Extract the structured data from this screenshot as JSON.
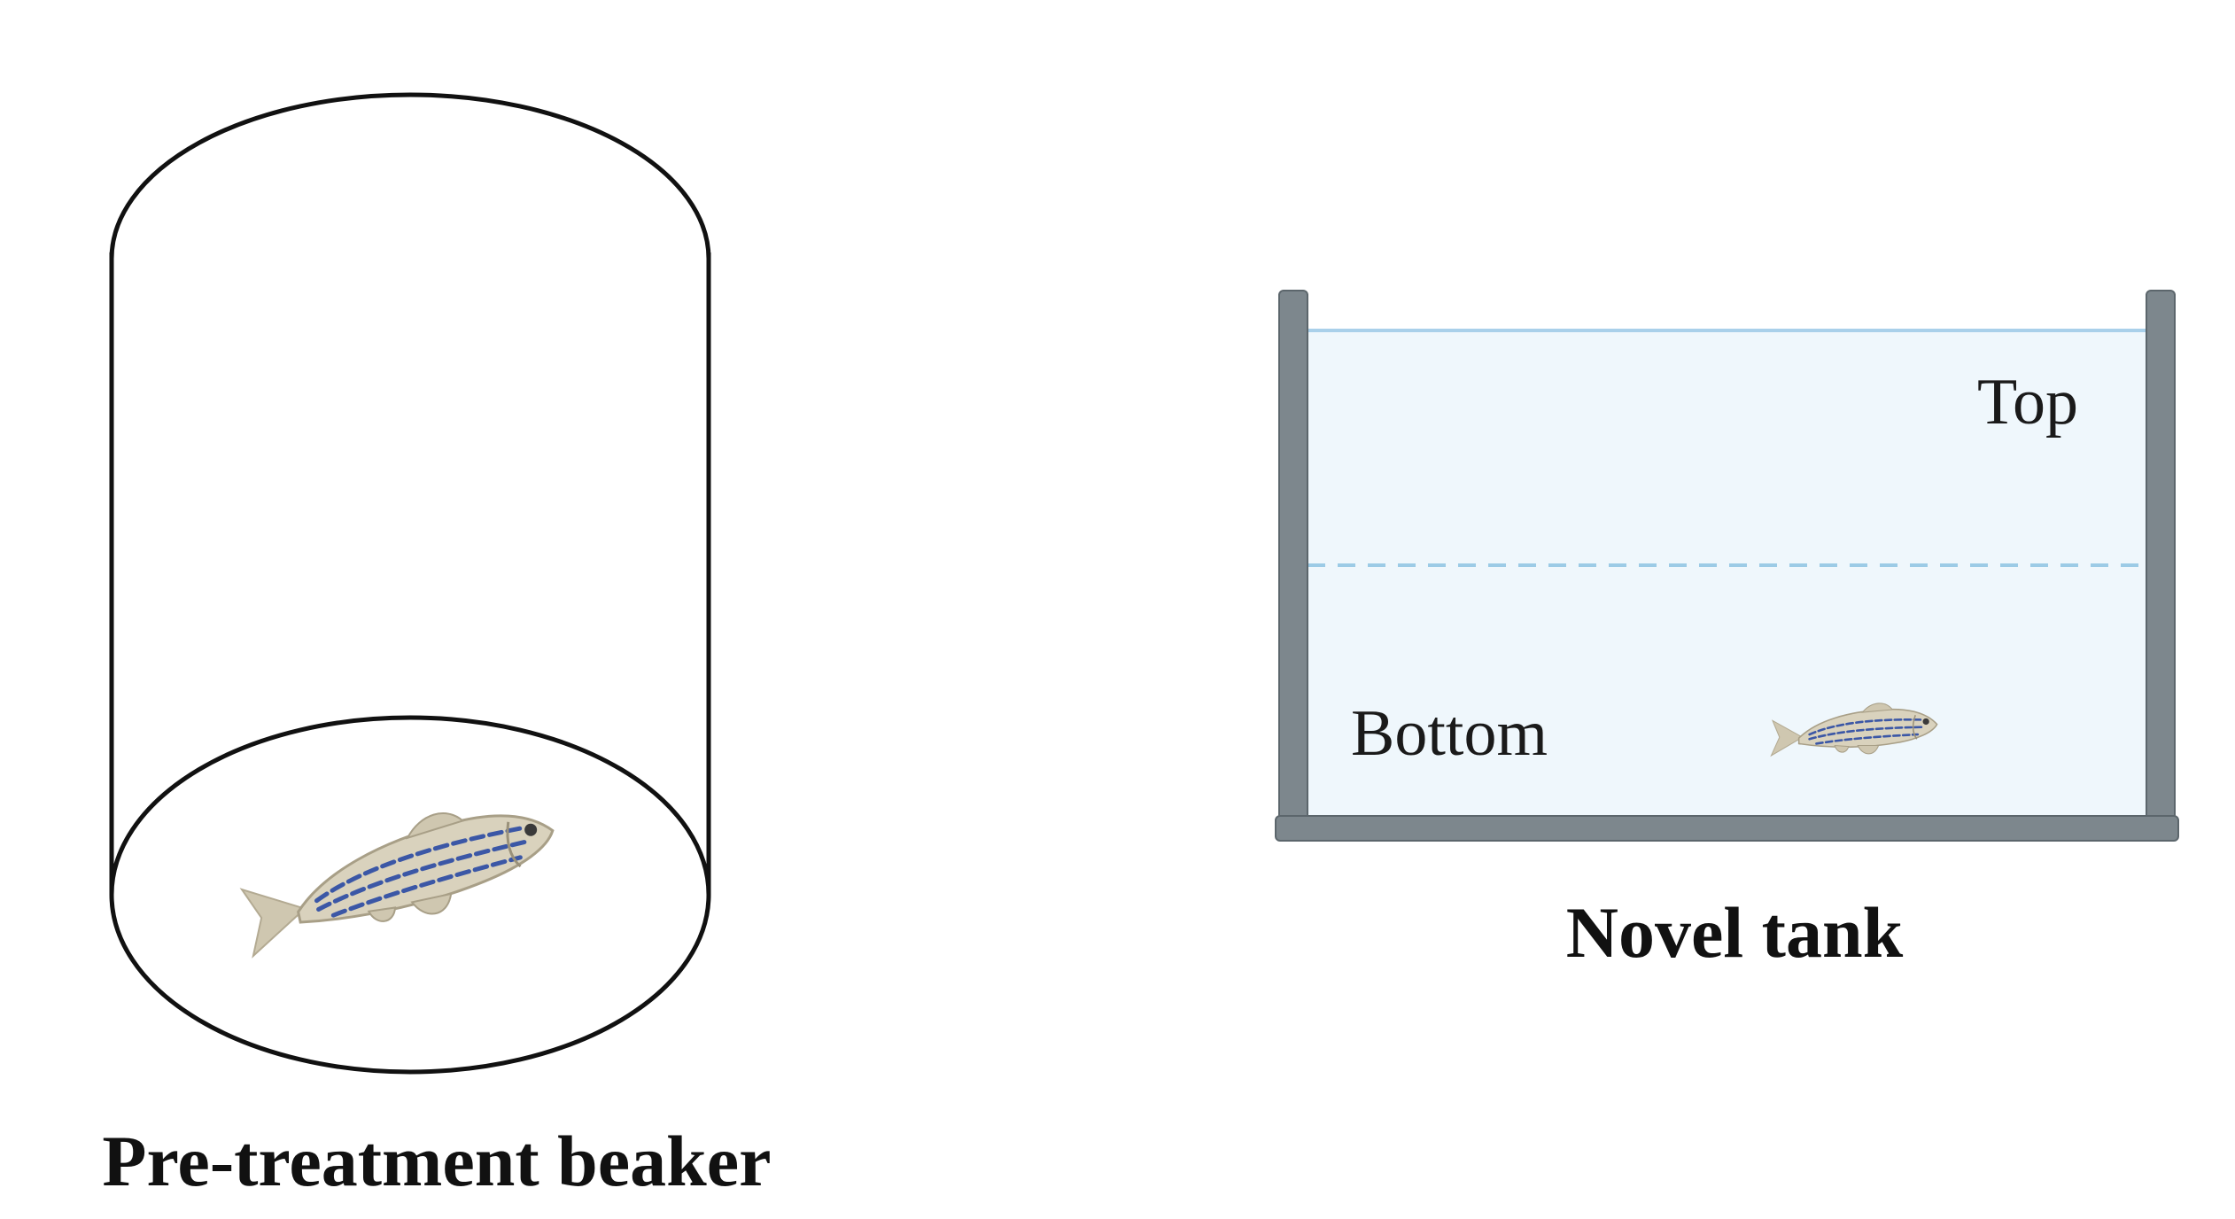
{
  "beaker": {
    "caption": "Pre-treatment beaker"
  },
  "tank": {
    "caption": "Novel tank",
    "top_label": "Top",
    "bottom_label": "Bottom"
  },
  "colors": {
    "outline": "#111111",
    "water_fill": "#eff7fc",
    "water_line": "#a9d0ea",
    "divider_line": "#9ccbe6",
    "tank_wall": "#7d878d",
    "tank_wall_edge": "#5c666c",
    "fish_body": "#d9d2bd",
    "fish_stripes": "#3b57a6"
  }
}
